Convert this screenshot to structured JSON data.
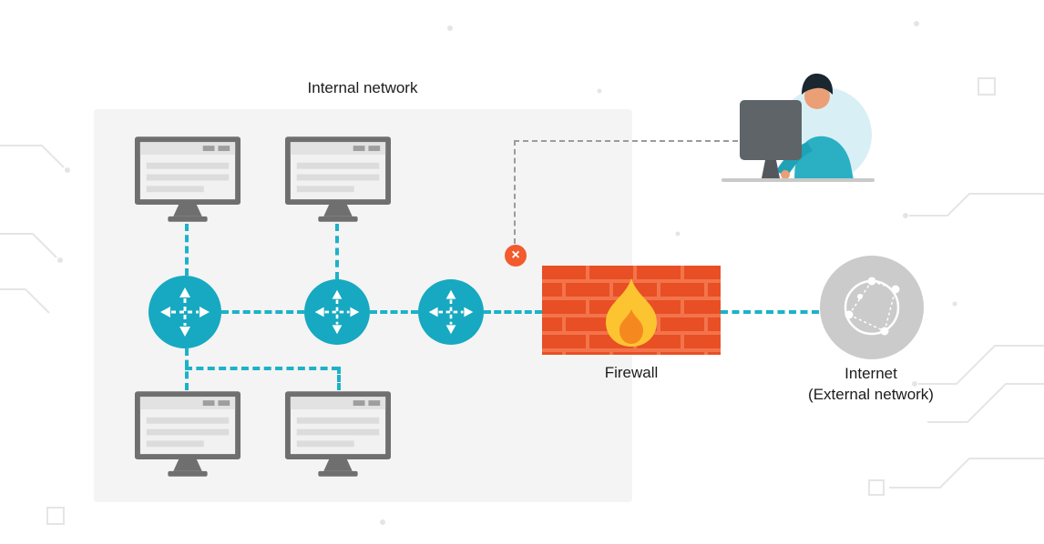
{
  "colors": {
    "teal": "#16a9c1",
    "teal_line": "#1cb2c9",
    "panel_bg": "#f4f4f4",
    "brick_red": "#e84f25",
    "mortar": "#f3744b",
    "flame_yellow": "#fcc430",
    "flame_orange": "#f5891f",
    "blocked_orange": "#f15b2e",
    "monitor_gray": "#6f6f6f",
    "internet_gray": "#cbcbcb",
    "decor_gray": "#e5e5e5",
    "dash_gray": "#9b9b9b",
    "person_shirt": "#2bb0c3",
    "person_arm": "#1fa2b6",
    "person_skin": "#eb9f76",
    "person_hair": "#1a2630",
    "bg_circle": "#d9eff6",
    "text": "#1c1c1c"
  },
  "labels": {
    "internal_network": "Internal network",
    "firewall": "Firewall",
    "internet_line1": "Internet",
    "internet_line2": "(External network)"
  },
  "icons": {
    "blocked_glyph": "×",
    "blocked_name": "blocked-x-icon",
    "computer_name": "computer-monitor-icon",
    "router_name": "router-switch-icon",
    "firewall_name": "firewall-brick-flame-icon",
    "internet_name": "internet-globe-icon",
    "person_name": "external-user-at-computer-illustration"
  },
  "topology": {
    "internal_computers": 4,
    "routers": 3,
    "external_connection_blocked": true
  }
}
